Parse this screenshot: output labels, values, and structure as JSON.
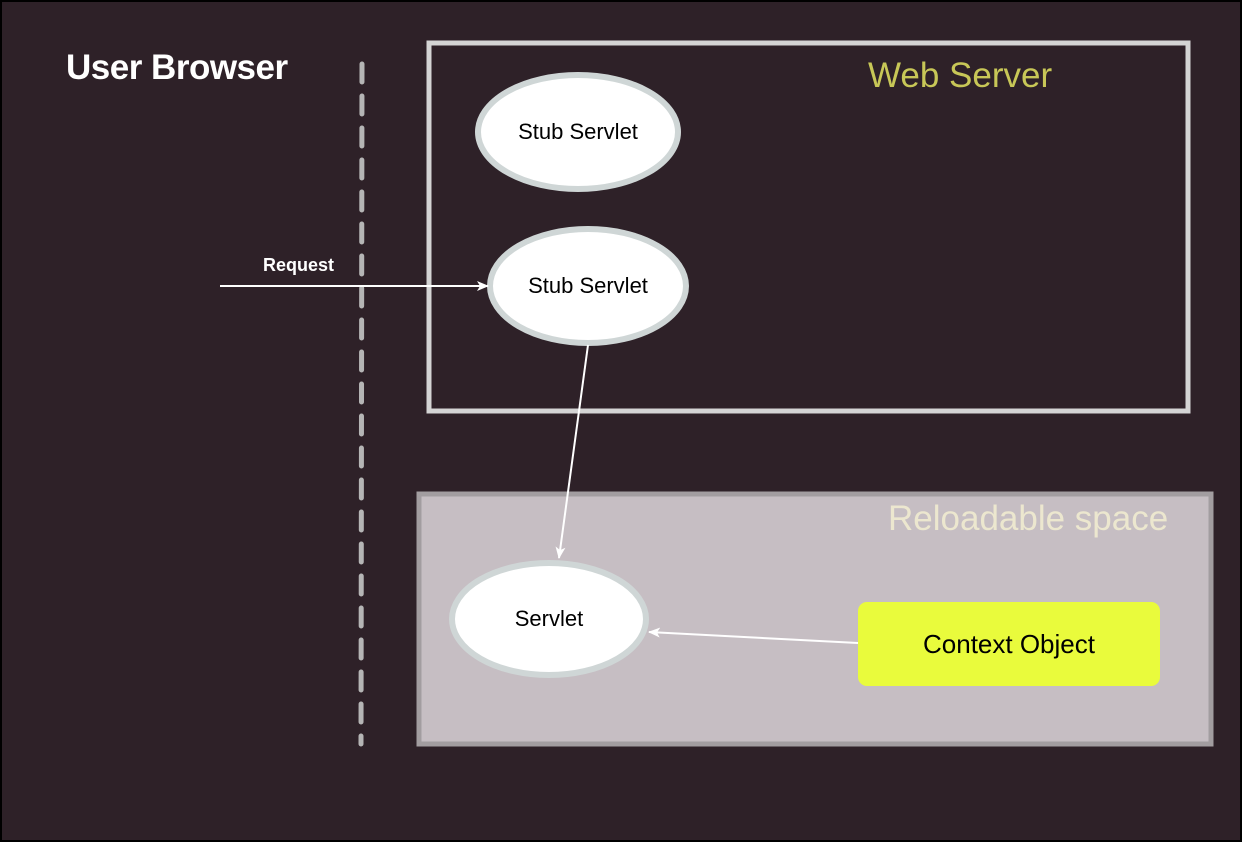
{
  "labels": {
    "user_browser": "User Browser",
    "web_server": "Web Server",
    "reloadable_space": "Reloadable space",
    "request": "Request"
  },
  "nodes": {
    "stub_servlet_top": "Stub Servlet",
    "stub_servlet_request": "Stub Servlet",
    "servlet": "Servlet",
    "context_object": "Context Object"
  },
  "colors": {
    "background": "#2e2128",
    "web_server_title": "#c8c757",
    "reloadable_space_fill": "#c6bec3",
    "reloadable_space_title": "#ece7cf",
    "context_object_fill": "#e9fb3c",
    "node_fill": "#ffffff",
    "node_border": "#cfd6d6",
    "divider": "#b5b5b5"
  }
}
